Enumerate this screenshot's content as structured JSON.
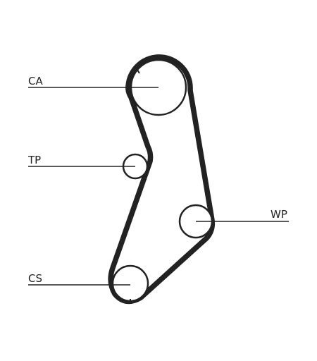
{
  "diagram": {
    "labels": {
      "ca": "CA",
      "tp": "TP",
      "wp": "WP",
      "cs": "CS"
    },
    "colors": {
      "line": "#222222",
      "background": "#ffffff"
    }
  }
}
